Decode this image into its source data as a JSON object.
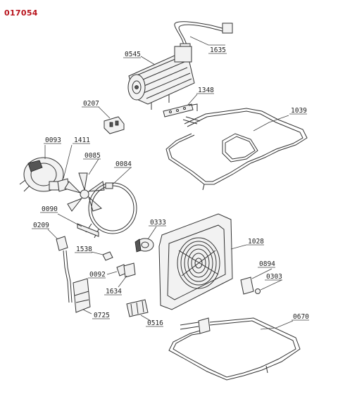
{
  "document": {
    "code": "017054"
  },
  "parts": [
    {
      "id": "1635",
      "label": "1635"
    },
    {
      "id": "0545",
      "label": "0545"
    },
    {
      "id": "1348",
      "label": "1348"
    },
    {
      "id": "0207",
      "label": "0207"
    },
    {
      "id": "1039",
      "label": "1039"
    },
    {
      "id": "0093",
      "label": "0093"
    },
    {
      "id": "1411",
      "label": "1411"
    },
    {
      "id": "0085",
      "label": "0085"
    },
    {
      "id": "0084",
      "label": "0084"
    },
    {
      "id": "0090",
      "label": "0090"
    },
    {
      "id": "0209",
      "label": "0209"
    },
    {
      "id": "0333",
      "label": "0333"
    },
    {
      "id": "1028",
      "label": "1028"
    },
    {
      "id": "1538",
      "label": "1538"
    },
    {
      "id": "0092",
      "label": "0092"
    },
    {
      "id": "0894",
      "label": "0894"
    },
    {
      "id": "0303",
      "label": "0303"
    },
    {
      "id": "1634",
      "label": "1634"
    },
    {
      "id": "0725",
      "label": "0725"
    },
    {
      "id": "0516",
      "label": "0516"
    },
    {
      "id": "0670",
      "label": "0670"
    }
  ]
}
